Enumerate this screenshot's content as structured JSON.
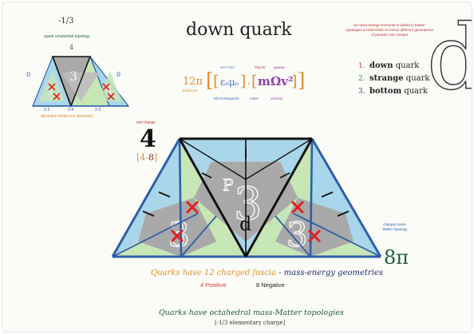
{
  "topleft": {
    "charge": "-1/3",
    "caption_top": "quark octahedral topology",
    "tri_top_number": "4",
    "side_left": "0",
    "side_right": "0",
    "bottom_labels": [
      "2-2",
      "0-4",
      "2-2"
    ],
    "caption_bottom": "attractive dodecyon geometry"
  },
  "title": "down quark",
  "formula": {
    "prefix": "12π",
    "epsilon_mu": "εₒμₒ",
    "dot": ".",
    "m_omega_v": "mΩv²",
    "label_em_field": "EM Field",
    "label_planck": "Planck",
    "label_quanta": "quanta",
    "label_dodecyon": "dodecyon",
    "label_electromagnetic": "ElectroMagnetic",
    "label_mass": "mass",
    "label_velocity": "velocity"
  },
  "generation_note": "as mass-energy-momenta is added to Matter topologies & KEM fields of motion different generations of particles are created",
  "generations": [
    {
      "num": "1.",
      "bold": "down",
      "rest": " quark",
      "color": "#c0392b"
    },
    {
      "num": "2.",
      "bold": "strange",
      "rest": " quark",
      "color": "#2e8b57"
    },
    {
      "num": "3.",
      "bold": "bottom",
      "rest": " quark",
      "color": "#3a3a8c"
    }
  ],
  "big_letter": "d",
  "main": {
    "net_charge_label": "net charge",
    "net_charge": "4",
    "range_open": "[",
    "range_a": "4",
    "range_dash": "-",
    "range_b": "8",
    "range_close": "]",
    "center_letter": "d",
    "charged_topology": "charged mass-Matter topology",
    "eight_pi": "8π"
  },
  "bottom": {
    "line1_orange": "Quarks have 12 charged fascia",
    "line1_dash": " - ",
    "line1_blue": "mass-energy geometries",
    "positive": "4 Positive",
    "negative": "8 Negative",
    "line2": "Quarks have octahedral mass-Matter topologies",
    "line3": "[-1/3 elementary charge]"
  },
  "colors": {
    "blue_face": "#a9d6ea",
    "green_face": "#c7e6b6",
    "gray_face": "#a9a9a9",
    "edge_blue": "#2f5fa8",
    "edge_black": "#111111",
    "cross_red": "#e02020",
    "title_orange": "#e0902a",
    "dark_green": "#1f5f33",
    "navy": "#1e2f6b"
  }
}
